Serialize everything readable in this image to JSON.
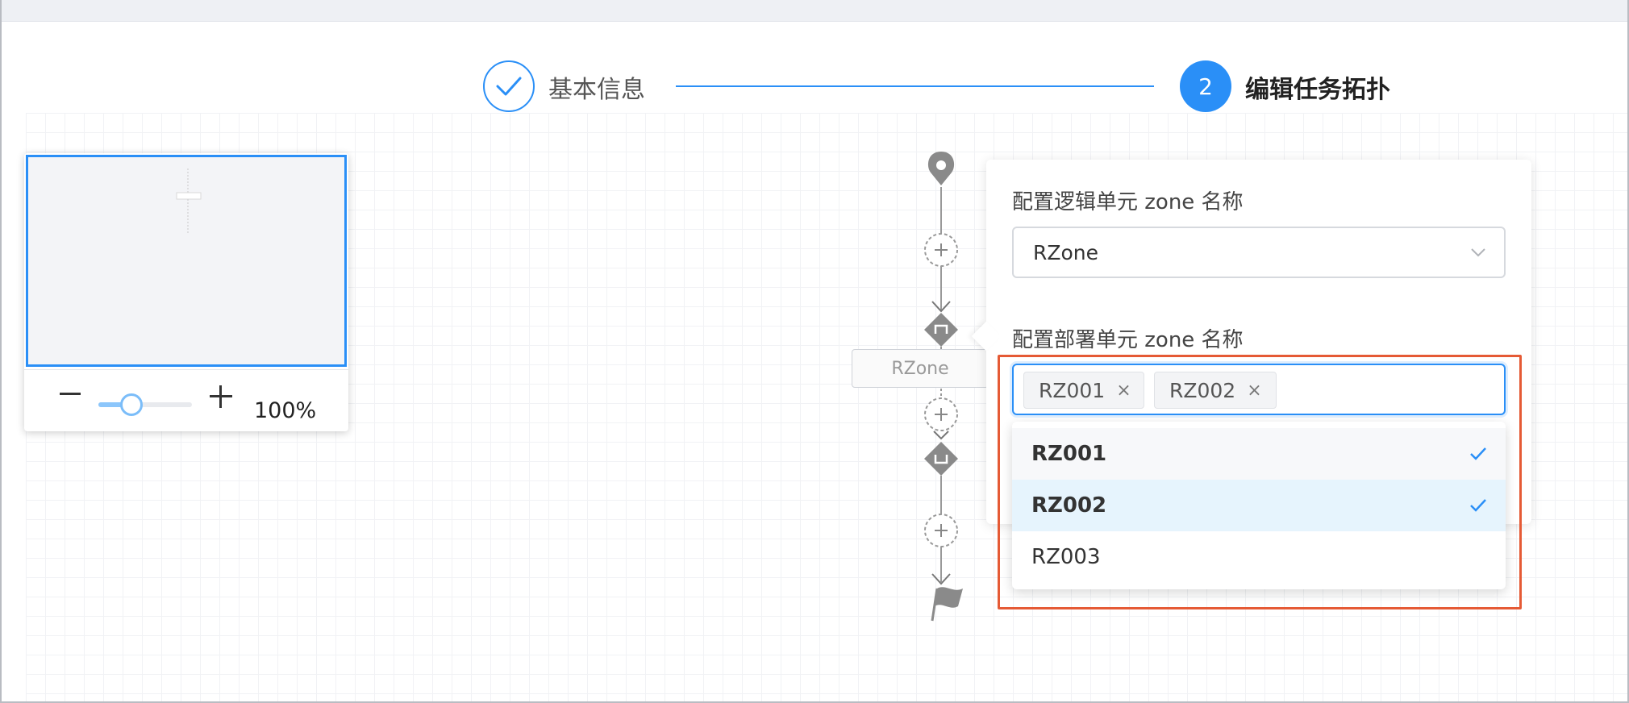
{
  "steps": [
    {
      "label": "基本信息",
      "state": "done"
    },
    {
      "label": "编辑任务拓扑",
      "state": "active",
      "number": "2"
    }
  ],
  "minimap": {
    "zoom_level": "100%",
    "zoom_fraction": 0.35
  },
  "flow": {
    "rzone_node_label": "RZone"
  },
  "panel": {
    "logical_zone_label": "配置逻辑单元 zone 名称",
    "logical_zone_value": "RZone",
    "deploy_zone_label": "配置部署单元 zone 名称",
    "selected_tags": [
      {
        "label": "RZ001"
      },
      {
        "label": "RZ002"
      }
    ],
    "options": [
      {
        "label": "RZ001",
        "selected": true
      },
      {
        "label": "RZ002",
        "selected": true
      },
      {
        "label": "RZ003",
        "selected": false
      }
    ]
  },
  "colors": {
    "accent": "#2a8ff7",
    "highlight": "#e55a35",
    "flow_node": "#8a8a8a"
  }
}
